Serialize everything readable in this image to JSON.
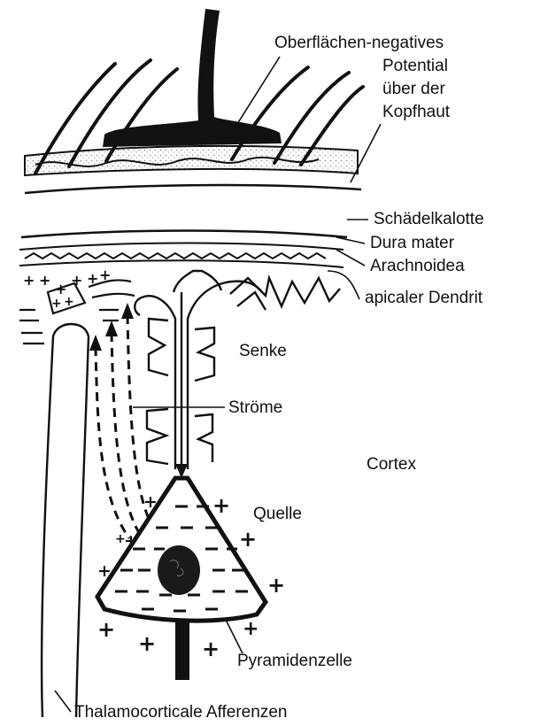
{
  "labels": {
    "surface_potential": [
      "Oberflächen-negatives",
      "Potential",
      "über der",
      "Kopfhaut"
    ],
    "skull": "Schädelkalotte",
    "dura": "Dura mater",
    "arachnoid": "Arachnoidea",
    "apical_dendrite": "apicaler Dendrit",
    "sink": "Senke",
    "currents": "Ströme",
    "cortex": "Cortex",
    "source": "Quelle",
    "pyramidal_cell": "Pyramidenzelle",
    "thalamocortical": "Thalamocorticale Afferenzen"
  },
  "signs": {
    "positive": "+",
    "negative": "−"
  },
  "colors": {
    "ink": "#111111",
    "background": "#ffffff",
    "skin_stipple": "#bbbbbb"
  }
}
